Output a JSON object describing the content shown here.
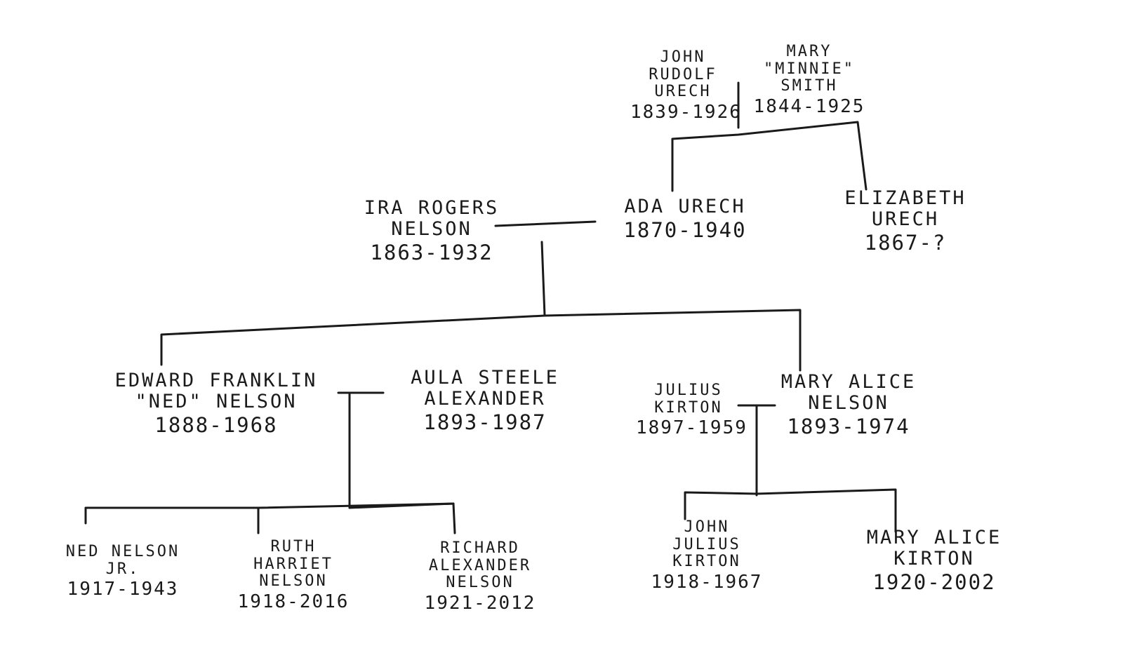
{
  "people": {
    "john_rudolf": {
      "name_lines": [
        "JOHN",
        "RUDOLF",
        "URECH"
      ],
      "dates": "1839-1926"
    },
    "mary_smith": {
      "name_lines": [
        "MARY",
        "\"MINNIE\"",
        "SMITH"
      ],
      "dates": "1844-1925"
    },
    "ira": {
      "name_lines": [
        "IRA ROGERS",
        "NELSON"
      ],
      "dates": "1863-1932"
    },
    "ada": {
      "name_lines": [
        "ADA URECH"
      ],
      "dates": "1870-1940"
    },
    "elizabeth": {
      "name_lines": [
        "ELIZABETH",
        "URECH"
      ],
      "dates": "1867-?"
    },
    "edward": {
      "name_lines": [
        "EDWARD FRANKLIN",
        "\"NED\" NELSON"
      ],
      "dates": "1888-1968"
    },
    "aula": {
      "name_lines": [
        "AULA STEELE",
        "ALEXANDER"
      ],
      "dates": "1893-1987"
    },
    "julius": {
      "name_lines": [
        "JULIUS",
        "KIRTON"
      ],
      "dates": "1897-1959"
    },
    "mary_alice_nelson": {
      "name_lines": [
        "MARY ALICE",
        "NELSON"
      ],
      "dates": "1893-1974"
    },
    "ned_jr": {
      "name_lines": [
        "NED NELSON",
        "JR."
      ],
      "dates": "1917-1943"
    },
    "ruth": {
      "name_lines": [
        "RUTH",
        "HARRIET",
        "NELSON"
      ],
      "dates": "1918-2016"
    },
    "richard": {
      "name_lines": [
        "RICHARD",
        "ALEXANDER",
        "NELSON"
      ],
      "dates": "1921-2012"
    },
    "john_julius": {
      "name_lines": [
        "JOHN",
        "JULIUS",
        "KIRTON"
      ],
      "dates": "1918-1967"
    },
    "mary_alice_kirton": {
      "name_lines": [
        "MARY ALICE",
        "KIRTON"
      ],
      "dates": "1920-2002"
    }
  }
}
